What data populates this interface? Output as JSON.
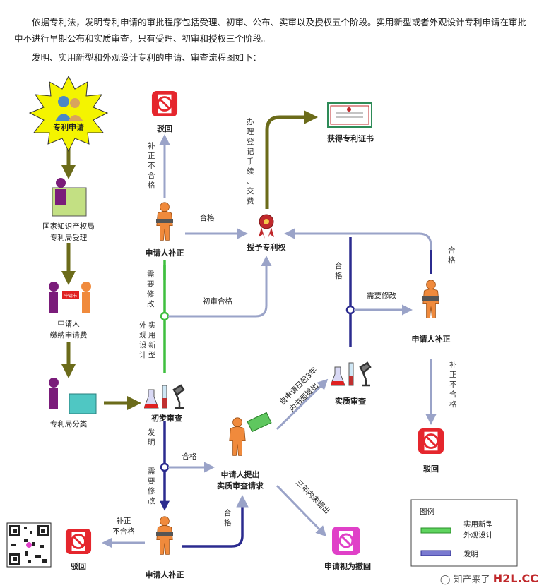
{
  "intro": {
    "p1": "依据专利法，发明专利申请的审批程序包括受理、初审、公布、实审以及授权五个阶段。实用新型或者外观设计专利申请在审批中不进行早期公布和实质审查，只有受理、初审和授权三个阶段。",
    "p2": "发明、实用新型和外观设计专利的申请、审查流程图如下："
  },
  "nodes": {
    "apply": "专利申请",
    "accept_1": "国家知识产权局",
    "accept_2": "专利局受理",
    "fee_1": "申请人",
    "fee_2": "缴纳申请费",
    "fee_box": "申请书",
    "classify": "专利局分类",
    "prelim": "初步审查",
    "reject_top": "驳回",
    "supp_top": "申请人补正",
    "grant": "授予专利权",
    "certificate": "获得专利证书",
    "substantive": "实质审查",
    "supp_right": "申请人补正",
    "reject_right": "驳回",
    "request_1": "申请人提出",
    "request_2": "实质审查请求",
    "withdrawn": "申请视为撤回",
    "supp_bottom": "申请人补正",
    "reject_bottom": "驳回"
  },
  "edges": {
    "supp_fail_top": "补正不合格",
    "qualified_top": "合格",
    "register": "办理登记手续、交费",
    "need_modify_top": "需要修改",
    "prelim_pass": "初审合格",
    "utility_design": "实用新型外观设计",
    "invention": "发明",
    "qualified_mid": "合格",
    "need_modify_bottom": "需要修改",
    "supp_fail_bottom_1": "补正",
    "supp_fail_bottom_2": "不合格",
    "qualified_bottom": "合格",
    "within_3y_1": "自申请日起3年",
    "within_3y_2": "内书面提出",
    "not_in_3y": "三年内未提出",
    "qualified_right": "合格",
    "need_modify_right": "需要修改",
    "qualified_far_right": "合格",
    "supp_fail_right": "补正不合格"
  },
  "legend": {
    "title": "图例",
    "green_1": "实用新型",
    "green_2": "外观设计",
    "blue": "发明"
  },
  "watermark": {
    "wechat": "知产来了",
    "site": "H2L.CC"
  },
  "colors": {
    "olive": "#6b6b1a",
    "green": "#3fbf3f",
    "blue": "#2b2b8f",
    "gray_blue": "#9aa3c8",
    "reject_red": "#e5262d",
    "withdraw_pink": "#e040c8",
    "person_orange": "#f08a3c",
    "burst_yellow": "#f4f400"
  }
}
